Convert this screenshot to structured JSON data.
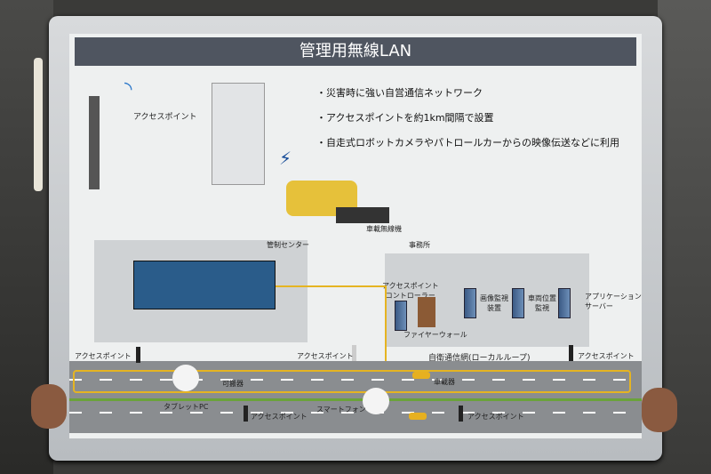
{
  "title": "管理用無線LAN",
  "bullets": [
    "・災害時に強い自営通信ネットワーク",
    "・アクセスポイントを約1km間隔で設置",
    "・自走式ロボットカメラやパトロールカーからの映像伝送などに利用"
  ],
  "labels": {
    "access_point": "アクセスポイント",
    "vehicle_radio": "車載無線機",
    "control_center": "管制センター",
    "office": "事務所",
    "ap_controller": "アクセスポイント\nコントローラー",
    "image_monitor": "画像監視\n装置",
    "vehicle_position": "車両位置\n監視",
    "app_server": "アプリケーション\nサーバー",
    "firewall": "ファイヤーウォール",
    "private_network": "自衛通信網(ローカルループ)",
    "portable": "可搬器",
    "onboard": "車載器",
    "tablet": "タブレットPC",
    "smartphone": "スマートフォン"
  },
  "colors": {
    "title_bar": "#4f5560",
    "network_line": "#e5b422",
    "wifi": "#2a76c9"
  }
}
